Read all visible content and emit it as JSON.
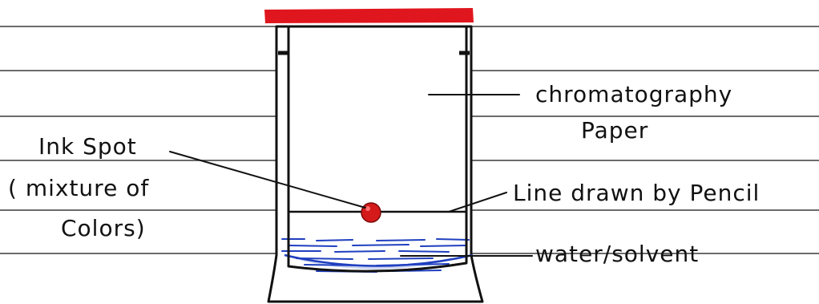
{
  "labels": {
    "chromatography_line1": "chromatography",
    "chromatography_line2": "Paper",
    "ink_spot_line1": "Ink Spot",
    "ink_spot_line2": "( mixture of",
    "ink_spot_line3": "Colors)",
    "pencil_line": "Line drawn by Pencil",
    "solvent": "water/solvent"
  },
  "colors": {
    "ruling": "#3a3a3a",
    "ink": "#111111",
    "lid": "#e0161e",
    "ink_spot": "#d41a1a",
    "solvent": "#1f3fbf",
    "paper": "#ffffff"
  }
}
